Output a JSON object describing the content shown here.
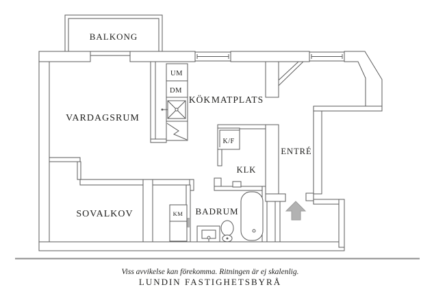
{
  "plan": {
    "rooms": {
      "balkong": "BALKONG",
      "vardagsrum": "VARDAGSRUM",
      "sovalkov": "SOVALKOV",
      "kok": "KÖK",
      "matplats": "MATPLATS",
      "entre": "ENTRÉ",
      "klk": "KLK",
      "badrum": "BADRUM"
    },
    "appliances": {
      "um": "UM",
      "dm": "DM",
      "kf": "K/F",
      "km": "KM"
    }
  },
  "footer": {
    "disclaimer": "Viss avvikelse kan förekomma. Ritningen är ej skalenlig.",
    "brand": "LUNDIN FASTIGHETSBYRÅ"
  },
  "colors": {
    "wall_line": "#5a5a5a",
    "text": "#1d1d1b",
    "arrow_fill": "#b2b2b2",
    "arrow_edge": "#9a9a9a",
    "rule": "#8c8c8c",
    "door_marker": "#b2b2b2",
    "background": "#ffffff"
  }
}
